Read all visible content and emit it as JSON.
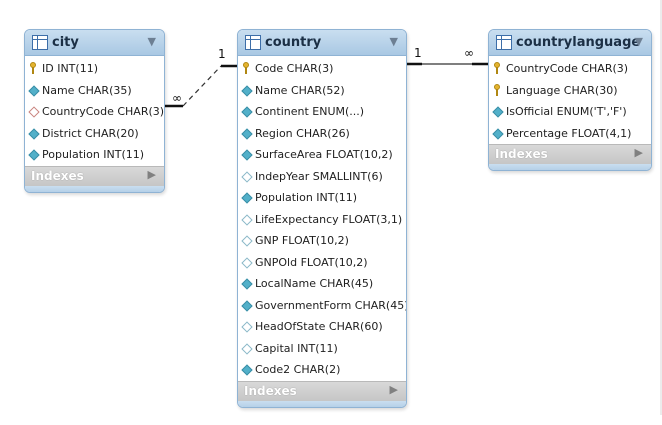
{
  "tables": {
    "city": {
      "name": "city",
      "footer": "Indexes",
      "columns": [
        {
          "label": "ID INT(11)",
          "icon": "primary-key-icon"
        },
        {
          "label": "Name CHAR(35)",
          "icon": "not-null-column-icon"
        },
        {
          "label": "CountryCode CHAR(3)",
          "icon": "foreign-key-column-icon"
        },
        {
          "label": "District CHAR(20)",
          "icon": "not-null-column-icon"
        },
        {
          "label": "Population INT(11)",
          "icon": "not-null-column-icon"
        }
      ]
    },
    "country": {
      "name": "country",
      "footer": "Indexes",
      "columns": [
        {
          "label": "Code CHAR(3)",
          "icon": "primary-key-icon"
        },
        {
          "label": "Name CHAR(52)",
          "icon": "not-null-column-icon"
        },
        {
          "label": "Continent ENUM(...)",
          "icon": "not-null-column-icon"
        },
        {
          "label": "Region CHAR(26)",
          "icon": "not-null-column-icon"
        },
        {
          "label": "SurfaceArea FLOAT(10,2)",
          "icon": "not-null-column-icon"
        },
        {
          "label": "IndepYear SMALLINT(6)",
          "icon": "nullable-column-icon"
        },
        {
          "label": "Population INT(11)",
          "icon": "not-null-column-icon"
        },
        {
          "label": "LifeExpectancy FLOAT(3,1)",
          "icon": "nullable-column-icon"
        },
        {
          "label": "GNP FLOAT(10,2)",
          "icon": "nullable-column-icon"
        },
        {
          "label": "GNPOld FLOAT(10,2)",
          "icon": "nullable-column-icon"
        },
        {
          "label": "LocalName CHAR(45)",
          "icon": "not-null-column-icon"
        },
        {
          "label": "GovernmentForm CHAR(45)",
          "icon": "not-null-column-icon"
        },
        {
          "label": "HeadOfState CHAR(60)",
          "icon": "nullable-column-icon"
        },
        {
          "label": "Capital INT(11)",
          "icon": "nullable-column-icon"
        },
        {
          "label": "Code2 CHAR(2)",
          "icon": "not-null-column-icon"
        }
      ]
    },
    "countrylanguage": {
      "name": "countrylanguage",
      "footer": "Indexes",
      "columns": [
        {
          "label": "CountryCode CHAR(3)",
          "icon": "primary-key-icon"
        },
        {
          "label": "Language CHAR(30)",
          "icon": "primary-key-icon"
        },
        {
          "label": "IsOfficial ENUM('T','F')",
          "icon": "not-null-column-icon"
        },
        {
          "label": "Percentage FLOAT(4,1)",
          "icon": "not-null-column-icon"
        }
      ]
    }
  },
  "relationships": [
    {
      "from": "country",
      "to": "city",
      "one_label": "1",
      "many_label": "∞",
      "style": "dashed"
    },
    {
      "from": "country",
      "to": "countrylanguage",
      "one_label": "1",
      "many_label": "∞",
      "style": "solid"
    }
  ],
  "colors": {
    "header_blue": "#a9c8e3",
    "border_blue": "#8fb3d4",
    "footer_gray": "#c6c6c6",
    "key_gold": "#e4b32f",
    "column_teal": "#52b0c9"
  }
}
